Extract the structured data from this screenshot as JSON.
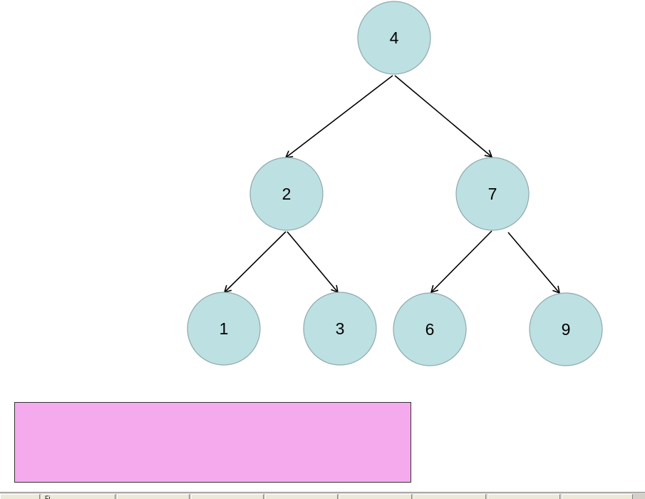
{
  "tree": {
    "nodes": [
      {
        "id": "n4",
        "label": "4"
      },
      {
        "id": "n2",
        "label": "2"
      },
      {
        "id": "n7",
        "label": "7"
      },
      {
        "id": "n1",
        "label": "1"
      },
      {
        "id": "n3",
        "label": "3"
      },
      {
        "id": "n6",
        "label": "6"
      },
      {
        "id": "n9",
        "label": "9"
      }
    ],
    "edges": [
      {
        "from": "n4",
        "to": "n2"
      },
      {
        "from": "n4",
        "to": "n7"
      },
      {
        "from": "n2",
        "to": "n1"
      },
      {
        "from": "n2",
        "to": "n3"
      },
      {
        "from": "n7",
        "to": "n6"
      },
      {
        "from": "n7",
        "to": "n9"
      }
    ]
  },
  "colors": {
    "node_fill": "#bde0e2",
    "node_stroke": "#8fa9ab",
    "edge": "#000000",
    "output_box": "#f4aaec"
  },
  "taskbar": {
    "buttons": [
      "",
      "Fi",
      "",
      "",
      "",
      "",
      "",
      "",
      ""
    ]
  }
}
